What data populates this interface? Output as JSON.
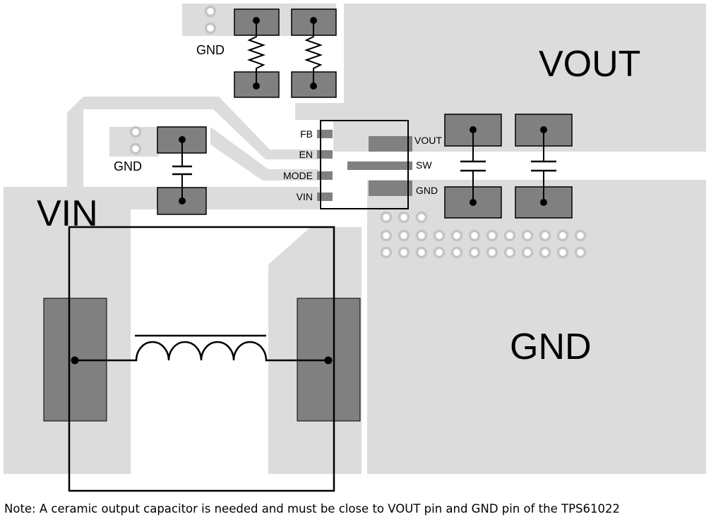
{
  "colors": {
    "copper": "#dcdcdc",
    "pad": "#808080",
    "outline": "#000000",
    "via_ring": "#c4c4c4",
    "background": "#ffffff"
  },
  "nets": {
    "vout": "VOUT",
    "vin": "VIN",
    "gnd": "GND"
  },
  "component_labels": {
    "gnd_top": "GND",
    "gnd_left": "GND"
  },
  "ic": {
    "pins_left": [
      "FB",
      "EN",
      "MODE",
      "VIN"
    ],
    "pins_right": [
      "VOUT",
      "SW",
      "GND"
    ]
  },
  "footnote": "Note: A ceramic output capacitor is needed and must be close to VOUT pin and GND pin of the TPS61022"
}
